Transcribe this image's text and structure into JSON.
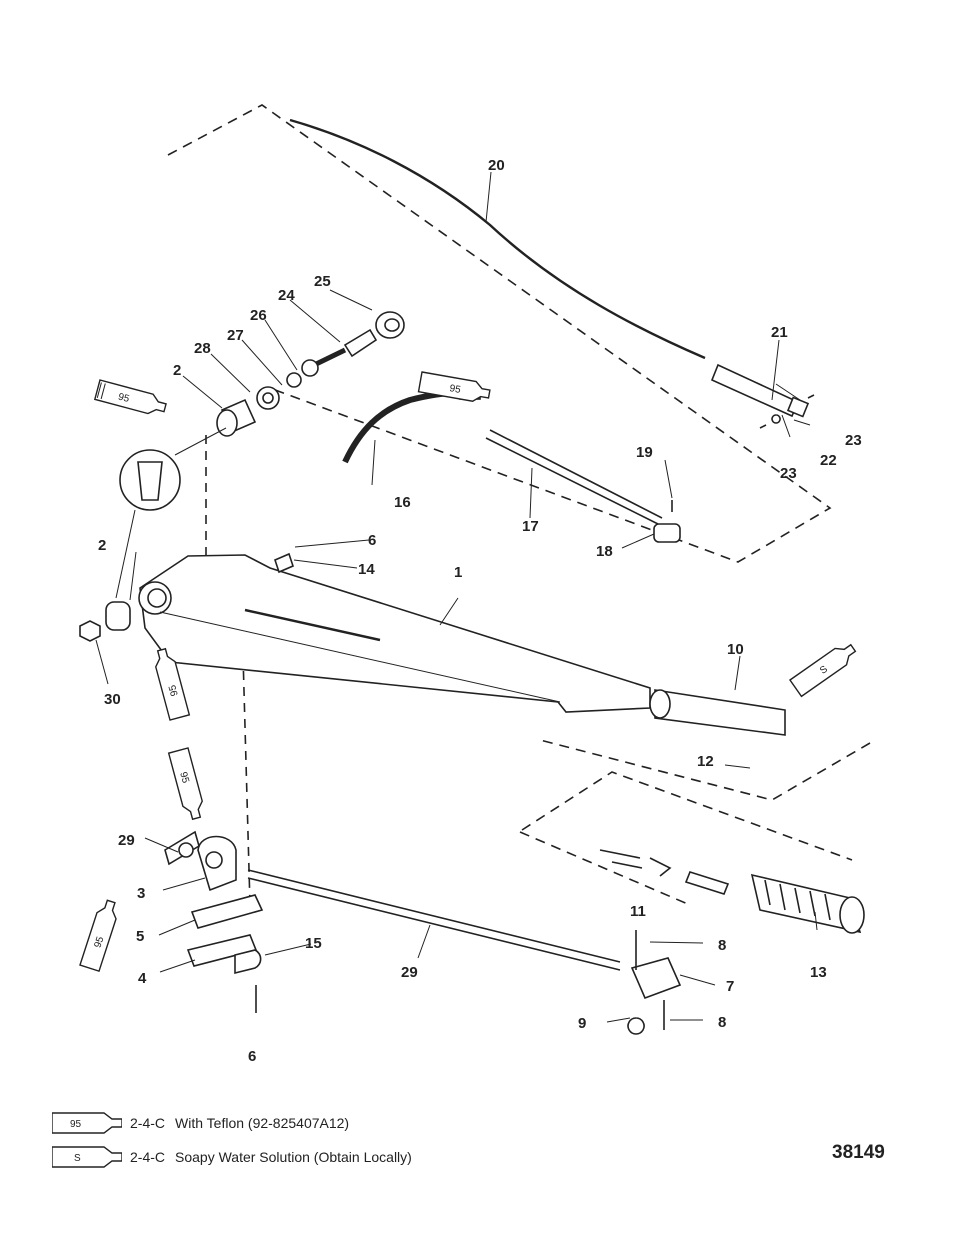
{
  "callouts": {
    "c1": "1",
    "c2a": "2",
    "c2b": "2",
    "c3": "3",
    "c4": "4",
    "c5": "5",
    "c6a": "6",
    "c6b": "6",
    "c7": "7",
    "c8a": "8",
    "c8b": "8",
    "c9": "9",
    "c10": "10",
    "c11": "11",
    "c12": "12",
    "c13": "13",
    "c14": "14",
    "c15": "15",
    "c16": "16",
    "c17": "17",
    "c18": "18",
    "c19": "19",
    "c20": "20",
    "c21": "21",
    "c22": "22",
    "c23a": "23",
    "c23b": "23",
    "c24": "24",
    "c25": "25",
    "c26": "26",
    "c27": "27",
    "c28": "28",
    "c29a": "29",
    "c29b": "29",
    "c30": "30"
  },
  "tubes": {
    "t95a": "95",
    "t95b": "95",
    "t95c": "95",
    "t95d": "95",
    "t95e": "95",
    "tS": "S"
  },
  "legend": [
    {
      "code": "2-4-C",
      "symbol": "95",
      "text": "With Teflon (92-825407A12)"
    },
    {
      "code": "2-4-C",
      "symbol": "S",
      "text": "Soapy Water Solution (Obtain Locally)"
    }
  ],
  "figure_id": "38149",
  "colors": {
    "ink": "#222222",
    "paper": "#ffffff"
  }
}
